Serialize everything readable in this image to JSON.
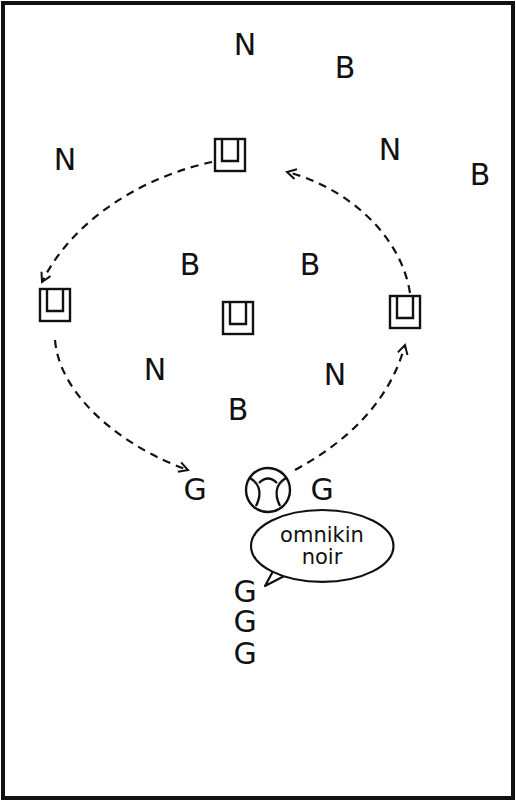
{
  "diagram": {
    "nodes": [
      {
        "text": [
          "omnikin noir"
        ]
      }
    ],
    "labels": [
      "N",
      "B",
      "N",
      "N",
      "B",
      "B",
      "B",
      "N",
      "N",
      "B",
      "G",
      "G",
      "G",
      "G",
      "G"
    ]
  }
}
